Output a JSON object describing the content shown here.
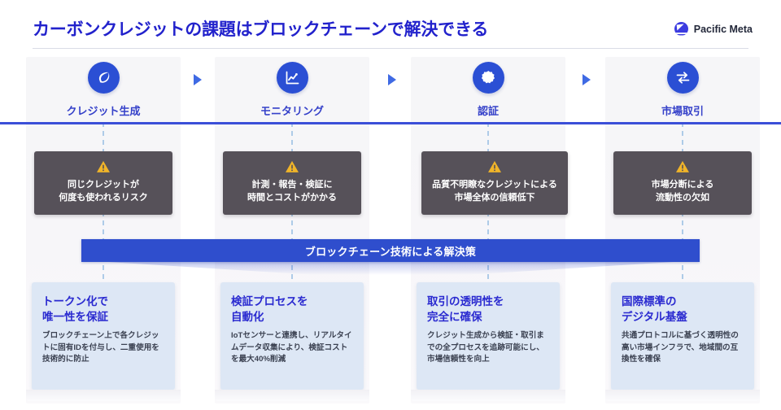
{
  "header": {
    "title": "カーボンクレジットの課題はブロックチェーンで解決できる",
    "brand_name": "Pacific Meta",
    "brand_icon": "pacific-meta-logo-icon",
    "title_color": "#2222cc"
  },
  "colors": {
    "accent_blue": "#2b4fd4",
    "banner_blue": "#2f4ecd",
    "problem_dark": "#565159",
    "solution_card": "#dde7f5",
    "solution_title": "#2a2ad0",
    "warning_yellow": "#f0b429",
    "column_band": "#f7f6f9",
    "dashed_connector": "#aecbe8"
  },
  "steps": [
    {
      "label": "クレジット生成",
      "icon": "leaf-icon"
    },
    {
      "label": "モニタリング",
      "icon": "chart-line-icon"
    },
    {
      "label": "認証",
      "icon": "certificate-badge-icon"
    },
    {
      "label": "市場取引",
      "icon": "exchange-arrows-icon"
    }
  ],
  "step_arrow_icon": "triangle-right-icon",
  "problems": [
    {
      "icon": "warning-triangle-icon",
      "text": "同じクレジットが\n何度も使われるリスク"
    },
    {
      "icon": "warning-triangle-icon",
      "text": "計測・報告・検証に\n時間とコストがかかる"
    },
    {
      "icon": "warning-triangle-icon",
      "text": "品質不明瞭なクレジットによる\n市場全体の信頼低下"
    },
    {
      "icon": "warning-triangle-icon",
      "text": "市場分断による\n流動性の欠如"
    }
  ],
  "banner": {
    "text": "ブロックチェーン技術による解決策"
  },
  "solutions": [
    {
      "title": "トークン化で\n唯一性を保証",
      "body": "ブロックチェーン上で各クレジットに固有IDを付与し、二重使用を技術的に防止"
    },
    {
      "title": "検証プロセスを\n自動化",
      "body": "IoTセンサーと連携し、リアルタイムデータ収集により、検証コストを最大40%削減"
    },
    {
      "title": "取引の透明性を\n完全に確保",
      "body": "クレジット生成から検証・取引までの全プロセスを追跡可能にし、市場信頼性を向上"
    },
    {
      "title": "国際標準の\nデジタル基盤",
      "body": "共通プロトコルに基づく透明性の高い市場インフラで、地域間の互換性を確保"
    }
  ]
}
